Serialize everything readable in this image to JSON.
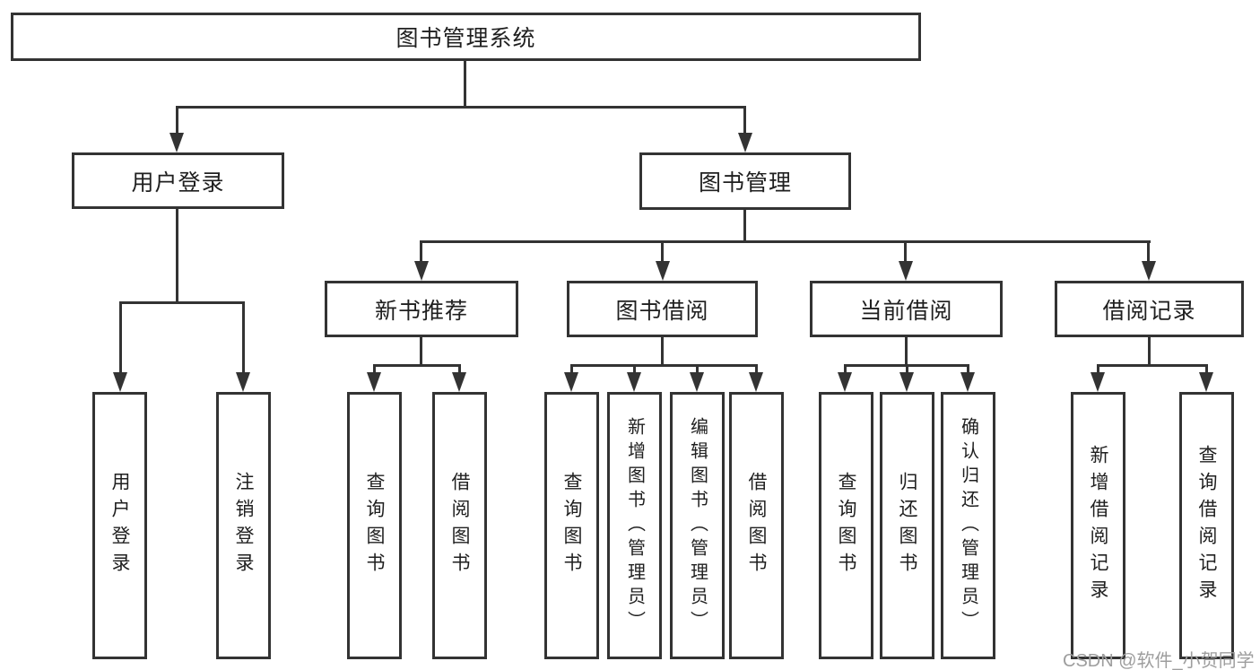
{
  "colors": {
    "line": "#333333",
    "text": "#1f1f1f",
    "box-bg": "#ffffff",
    "bg": "#ffffff",
    "watermark": "#9e9e9e"
  },
  "diagram": {
    "root": {
      "label": "图书管理系统"
    },
    "groups": [
      {
        "label": "用户登录",
        "children": [
          {
            "label": "用户登录"
          },
          {
            "label": "注销登录"
          }
        ]
      },
      {
        "label": "图书管理",
        "children": [
          {
            "label": "新书推荐",
            "children": [
              {
                "label": "查询图书"
              },
              {
                "label": "借阅图书"
              }
            ]
          },
          {
            "label": "图书借阅",
            "children": [
              {
                "label": "查询图书"
              },
              {
                "label": "新增图书（管理员）"
              },
              {
                "label": "编辑图书（管理员）"
              },
              {
                "label": "借阅图书"
              }
            ]
          },
          {
            "label": "当前借阅",
            "children": [
              {
                "label": "查询图书"
              },
              {
                "label": "归还图书"
              },
              {
                "label": "确认归还（管理员）"
              }
            ]
          },
          {
            "label": "借阅记录",
            "children": [
              {
                "label": "新增借阅记录"
              },
              {
                "label": "查询借阅记录"
              }
            ]
          }
        ]
      }
    ]
  },
  "watermark": {
    "text": "CSDN @软件_小贺同学"
  }
}
